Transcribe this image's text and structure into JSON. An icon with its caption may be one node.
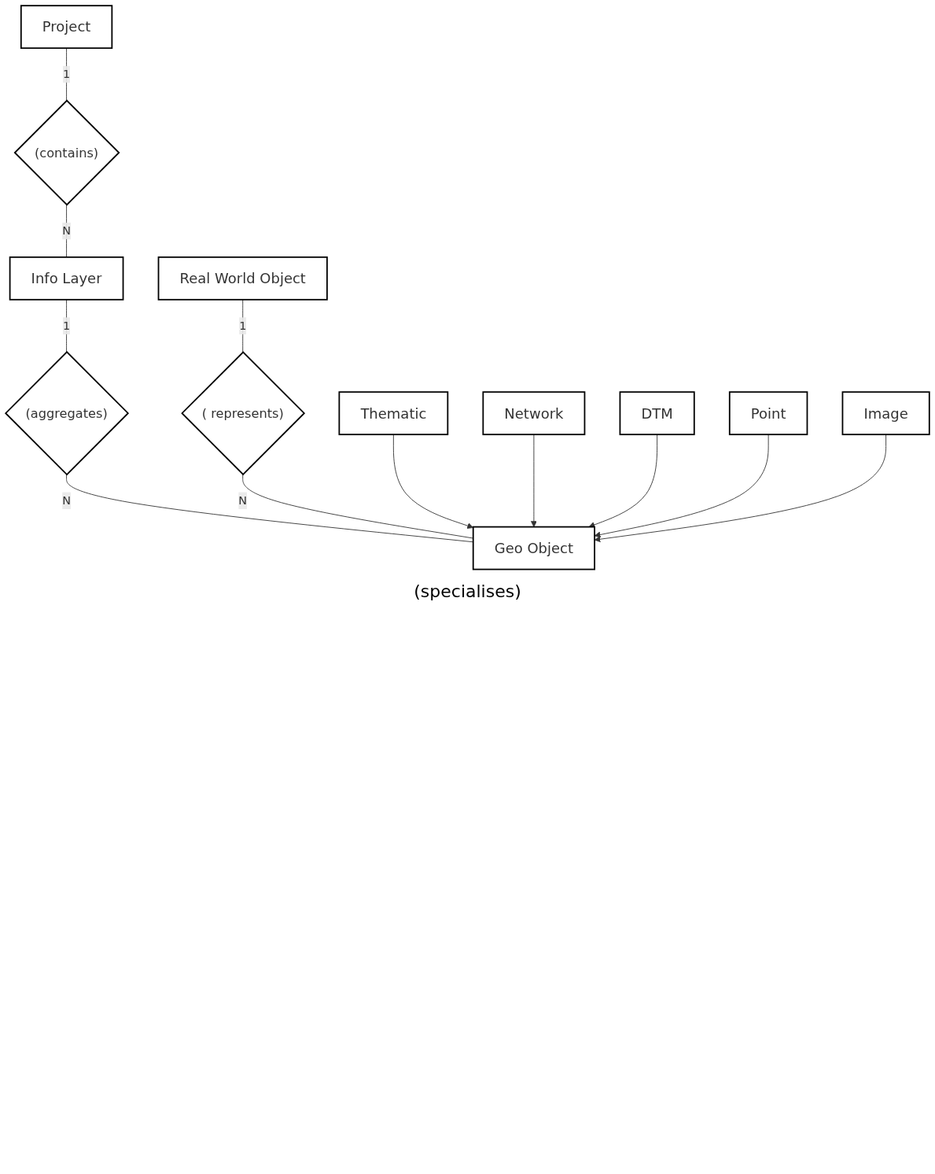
{
  "diagram": {
    "nodes": [
      {
        "text": [
          "Project"
        ]
      },
      {
        "text": [
          "(contains)"
        ]
      },
      {
        "text": [
          "Info Layer"
        ]
      },
      {
        "text": [
          "(aggregates)"
        ]
      },
      {
        "text": [
          "Real World Object"
        ]
      },
      {
        "text": [
          "( represents)"
        ]
      },
      {
        "text": [
          "Geo Object"
        ]
      },
      {
        "text": [
          "Thematic"
        ]
      },
      {
        "text": [
          "DTM"
        ]
      },
      {
        "text": [
          "Image"
        ]
      },
      {
        "text": [
          "Network"
        ]
      },
      {
        "text": [
          "Point"
        ]
      }
    ],
    "edges": [
      {
        "from": 0,
        "to": 1,
        "arrow": "none",
        "label": "1"
      },
      {
        "from": 1,
        "to": 2,
        "arrow": "none",
        "label": "N"
      },
      {
        "from": 2,
        "to": 3,
        "arrow": "none",
        "label": "1"
      },
      {
        "from": 3,
        "to": 6,
        "arrow": "none",
        "label": "N"
      },
      {
        "from": 4,
        "to": 5,
        "arrow": "none",
        "label": "1"
      },
      {
        "from": 5,
        "to": 6,
        "arrow": "none",
        "label": "N"
      },
      {
        "from": 7,
        "to": 6,
        "arrow": "to"
      },
      {
        "from": 10,
        "to": 6,
        "arrow": "to"
      },
      {
        "from": 8,
        "to": 6,
        "arrow": "to"
      },
      {
        "from": 11,
        "to": 6,
        "arrow": "to"
      },
      {
        "from": 9,
        "to": 6,
        "arrow": "to"
      }
    ],
    "labels": [
      "(specialises)"
    ]
  }
}
